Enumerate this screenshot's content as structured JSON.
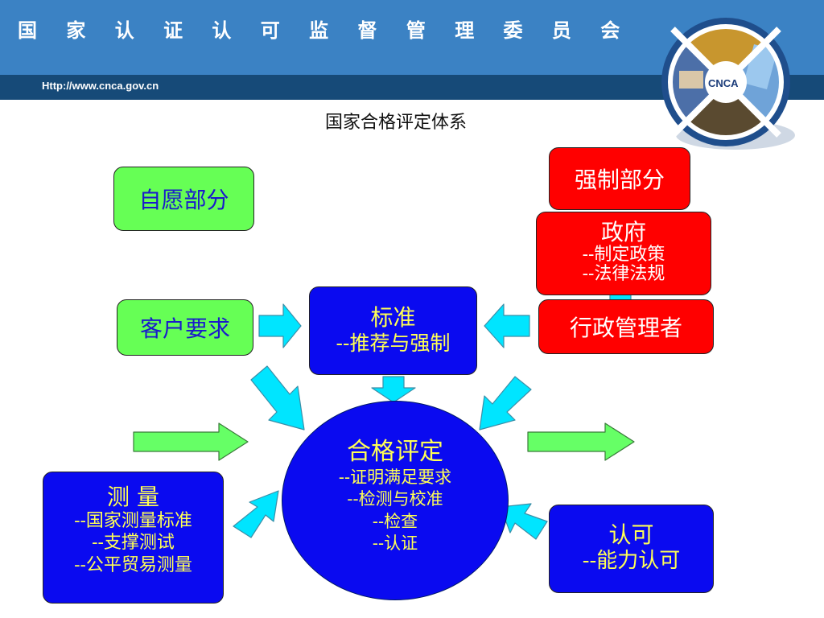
{
  "header": {
    "title": "国 家 认 证 认 可 监 督 管 理 委 员 会",
    "url": "Http://www.cnca.gov.cn",
    "logo_text": "CNCA"
  },
  "page_title": "国家合格评定体系",
  "boxes": {
    "voluntary": "自愿部分",
    "mandatory": "强制部分",
    "government": {
      "title": "政府",
      "lines": [
        "--制定政策",
        "--法律法规"
      ]
    },
    "customer": "客户要求",
    "standard": {
      "title": "标准",
      "lines": [
        "--推荐与强制"
      ]
    },
    "administrator": "行政管理者",
    "conformity": {
      "title": "合格评定",
      "lines": [
        "--证明满足要求",
        "--检测与校准",
        "--检查",
        "--认证"
      ]
    },
    "measurement": {
      "title": "测 量",
      "lines": [
        "--国家测量标准",
        "--支撑测试",
        "--公平贸易测量"
      ]
    },
    "accreditation": {
      "title": "认可",
      "lines": [
        "--能力认可"
      ]
    }
  },
  "colors": {
    "header_blue": "#3b82c4",
    "url_bar": "#164a78",
    "green_box": "#66ff55",
    "red_box": "#ff0000",
    "blue_box": "#0a0af0",
    "cyan_arrow": "#00e5ff",
    "green_arrow": "#66ff66"
  }
}
